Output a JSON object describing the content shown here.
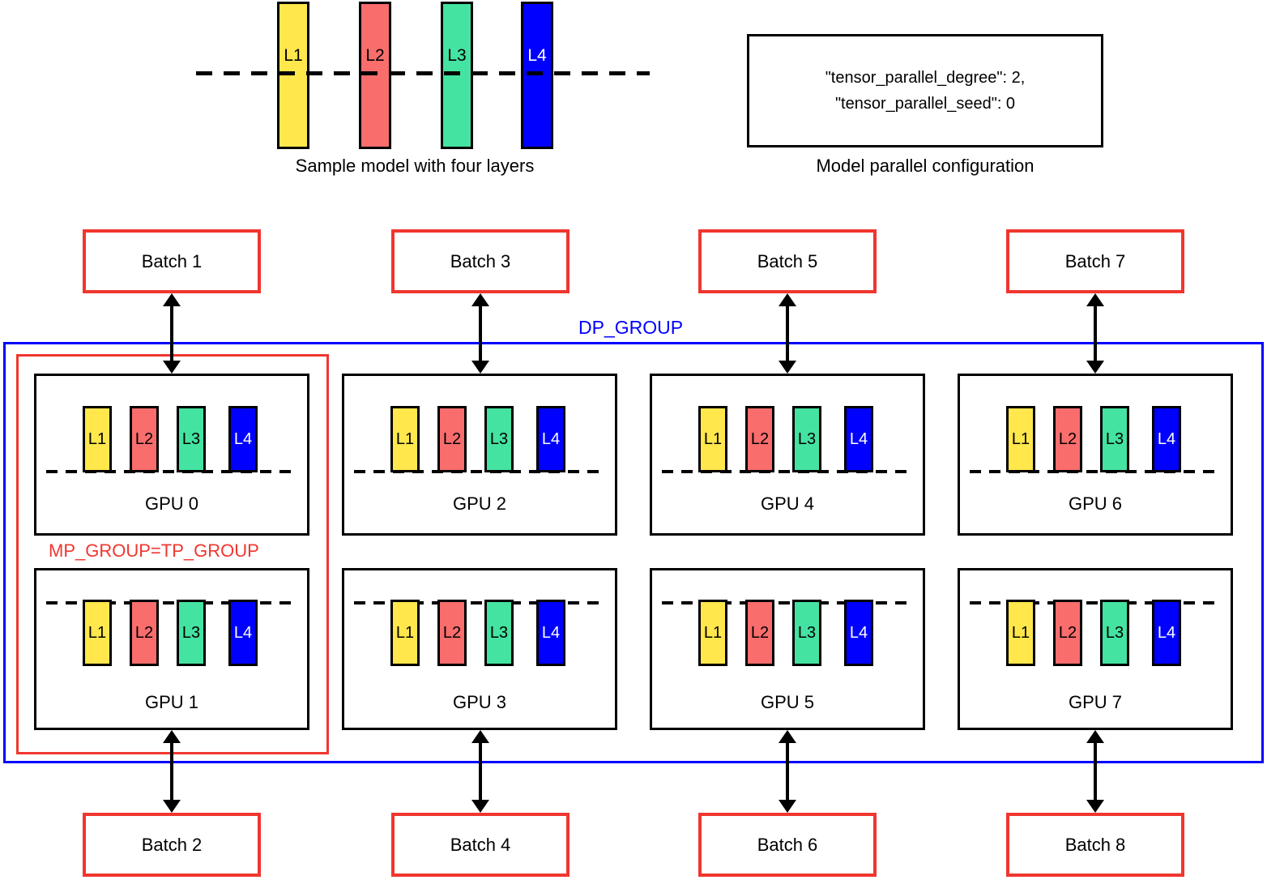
{
  "colors": {
    "l1": "#FFE74C",
    "l2": "#F96D6D",
    "l3": "#44E3A1",
    "l4": "#0000FF",
    "red": "#F0362F",
    "blue": "#0000FF"
  },
  "sample_model": {
    "caption": "Sample model with four layers",
    "layers": [
      {
        "label": "L1",
        "color": "#FFE74C"
      },
      {
        "label": "L2",
        "color": "#F96D6D"
      },
      {
        "label": "L3",
        "color": "#44E3A1"
      },
      {
        "label": "L4",
        "color": "#0000FF"
      }
    ]
  },
  "config_box": {
    "line1": "\"tensor_parallel_degree\": 2,",
    "line2": "\"tensor_parallel_seed\": 0",
    "caption": "Model parallel configuration"
  },
  "labels": {
    "dp_group": "DP_GROUP",
    "mp_group": "MP_GROUP=TP_GROUP"
  },
  "columns": [
    {
      "top_batch": "Batch 1",
      "top_gpu": "GPU 0",
      "bottom_gpu": "GPU 1",
      "bottom_batch": "Batch 2"
    },
    {
      "top_batch": "Batch 3",
      "top_gpu": "GPU 2",
      "bottom_gpu": "GPU 3",
      "bottom_batch": "Batch 4"
    },
    {
      "top_batch": "Batch 5",
      "top_gpu": "GPU 4",
      "bottom_gpu": "GPU 5",
      "bottom_batch": "Batch 6"
    },
    {
      "top_batch": "Batch 7",
      "top_gpu": "GPU 6",
      "bottom_gpu": "GPU 7",
      "bottom_batch": "Batch 8"
    }
  ]
}
